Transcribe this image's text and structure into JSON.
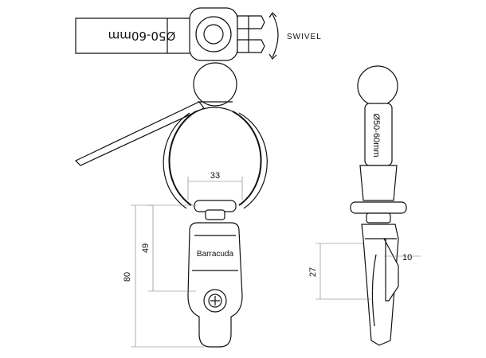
{
  "labels": {
    "swivel": "SWIVEL",
    "size_top": "Ø50-60mm",
    "size_side": "Ø50-60mm",
    "brand": "Barracuda"
  },
  "dimensions": {
    "width_33": "33",
    "height_49": "49",
    "height_80": "80",
    "height_27": "27",
    "depth_10": "10"
  }
}
